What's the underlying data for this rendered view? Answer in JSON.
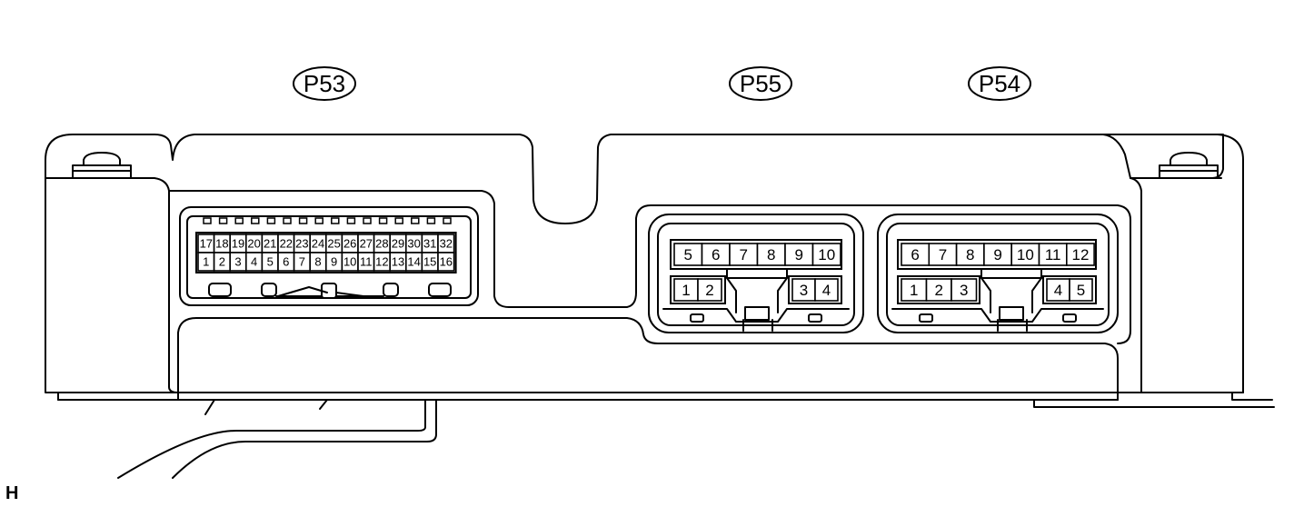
{
  "connectors": [
    {
      "id": "P53",
      "label": "P53",
      "rows": [
        [
          "17",
          "18",
          "19",
          "20",
          "21",
          "22",
          "23",
          "24",
          "25",
          "26",
          "27",
          "28",
          "29",
          "30",
          "31",
          "32"
        ],
        [
          "1",
          "2",
          "3",
          "4",
          "5",
          "6",
          "7",
          "8",
          "9",
          "10",
          "11",
          "12",
          "13",
          "14",
          "15",
          "16"
        ]
      ]
    },
    {
      "id": "P55",
      "label": "P55",
      "top_row": [
        "5",
        "6",
        "7",
        "8",
        "9",
        "10"
      ],
      "bottom_left": [
        "1",
        "2"
      ],
      "bottom_right": [
        "3",
        "4"
      ]
    },
    {
      "id": "P54",
      "label": "P54",
      "top_row": [
        "6",
        "7",
        "8",
        "9",
        "10",
        "11",
        "12"
      ],
      "bottom_left": [
        "1",
        "2",
        "3"
      ],
      "bottom_right": [
        "4",
        "5"
      ]
    }
  ],
  "figure_mark": "H"
}
